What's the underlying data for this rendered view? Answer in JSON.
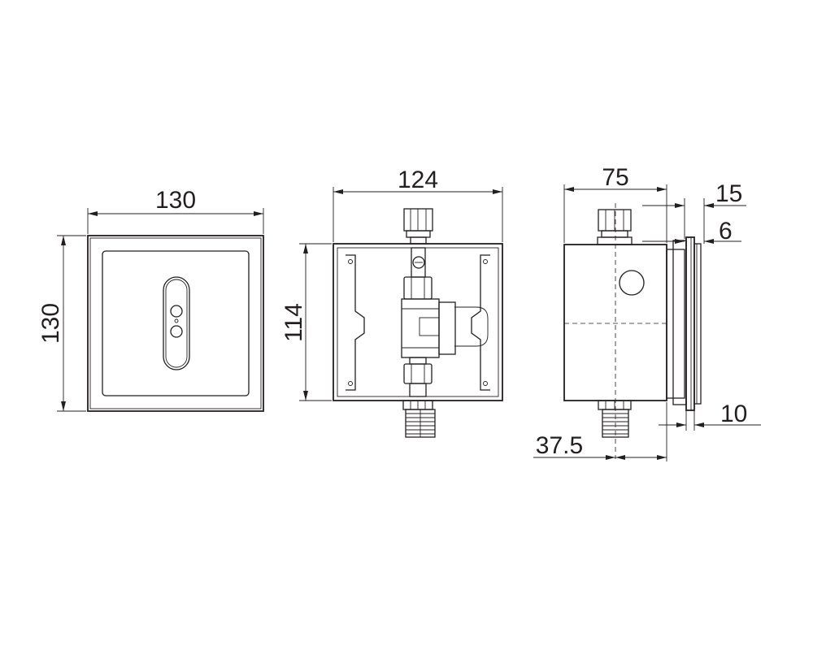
{
  "dimensions": {
    "front_width": "130",
    "front_height": "130",
    "box_width": "124",
    "box_height": "114",
    "side_depth": "75",
    "flange_15": "15",
    "flange_6": "6",
    "flange_10": "10",
    "outlet_offset": "37.5"
  }
}
